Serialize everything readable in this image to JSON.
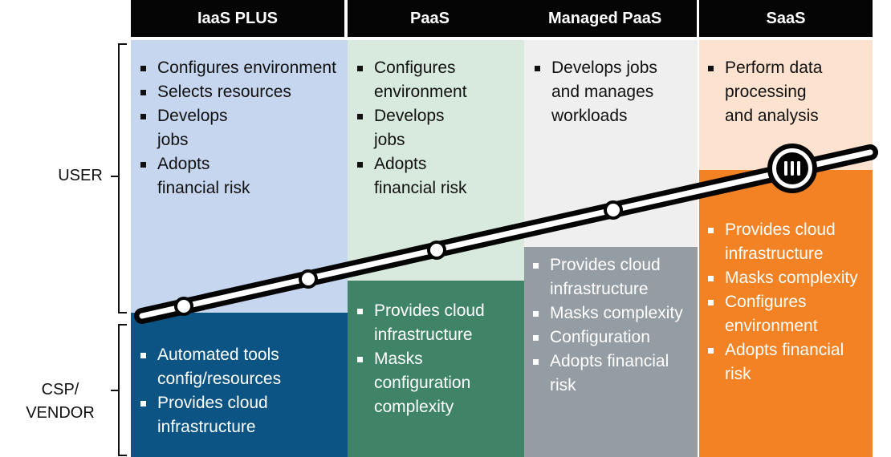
{
  "headers": {
    "iaas_plus": "IaaS PLUS",
    "paas": "PaaS",
    "managed_paas": "Managed PaaS",
    "saas": "SaaS"
  },
  "side_labels": {
    "user": "USER",
    "csp_vendor_line1": "CSP/",
    "csp_vendor_line2": "VENDOR"
  },
  "user_responsibilities": {
    "iaas_plus": [
      "Configures environment",
      "Selects resources",
      "Develops jobs",
      "Adopts financial risk"
    ],
    "paas": [
      "Configures environment",
      "Develops jobs",
      "Adopts financial risk"
    ],
    "managed_paas": [
      "Develops jobs and manages workloads"
    ],
    "saas": [
      "Perform data processing and analysis"
    ]
  },
  "vendor_responsibilities": {
    "iaas_plus": [
      "Automated tools config/resources",
      "Provides cloud infrastructure"
    ],
    "paas": [
      "Provides cloud infrastructure",
      "Masks configuration complexity"
    ],
    "managed_paas": [
      "Provides cloud infrastructure",
      "Masks complexity",
      "Configuration",
      "Adopts financial risk"
    ],
    "saas": [
      "Provides cloud infrastructure",
      "Masks complexity",
      "Configures environment",
      "Adopts financial risk"
    ]
  },
  "colors": {
    "header_bg": "#050505",
    "iaas_user_bg": "#c6d6ee",
    "iaas_vendor_bg": "#0b5484",
    "paas_user_bg": "#d8eadd",
    "paas_vendor_bg": "#3f8467",
    "managed_user_bg": "#efefef",
    "managed_vendor_bg": "#949ca4",
    "saas_user_bg": "#fde3cf",
    "saas_vendor_bg": "#f28223",
    "slider_line": "#050505"
  },
  "slider": {
    "selected_marker_icon": "three-bars-icon"
  }
}
